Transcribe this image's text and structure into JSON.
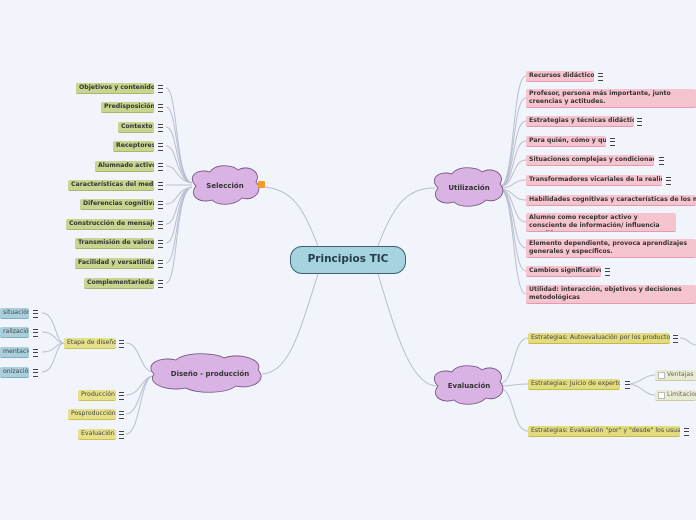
{
  "central": "Principios TIC",
  "branches": {
    "seleccion": {
      "title": "Selección",
      "items": [
        "Objetivos y contenidos",
        "Predisposición",
        "Contexto",
        "Receptores",
        "Alumnado activo",
        "Características del medio",
        "Diferencias cognitivas",
        "Construcción de mensajes",
        "Transmisión de valores",
        "Facilidad y versatilidad",
        "Complementariedad"
      ]
    },
    "utilizacion": {
      "title": "Utilización",
      "items": [
        "Recursos didácticos",
        "Profesor, persona más importante, junto creencias y actitudes.",
        "Estrategias y técnicas didácticas",
        "Para quién, cómo y qué",
        "Situaciones complejas y condicionadas.",
        "Transformadores vicariales de la realidad.",
        "Habilidades cognitivas y características de los medios",
        "Alumno como receptor activo y consciente de información/ influencia cognitiva.",
        "Elemento dependiente, provoca aprendizajes generales y específicos.",
        "Cambios significativos",
        "Utilidad: interacción, objetivos y decisiones metodológicas"
      ]
    },
    "diseno": {
      "title": "Diseño - producción",
      "etapa": "Etapa de diseño",
      "etapa_children": [
        "situación",
        "ralización",
        "mentación",
        "onización"
      ],
      "items": [
        "Producción",
        "Posproducción",
        "Evaluación"
      ]
    },
    "evaluacion": {
      "title": "Evaluación",
      "items": [
        "Estrategias: Autoevaluación por los productores",
        "Estrategias: Juicio de expertos",
        "Estrategias: Evaluación \"por\" y \"desde\" los usuarios"
      ],
      "juicio_children": [
        "Ventajas",
        "Limitacion"
      ]
    }
  },
  "colors": {
    "background": "#f2f4fc",
    "central": "#a5d3e0",
    "cloud": "#d9b3e3",
    "seleccion_items": "#c7d591",
    "utilizacion_items": "#f5c4ce",
    "diseno_items": "#e6e08a",
    "etapa_children": "#a9cfdd",
    "connector": "#b9bfcf"
  },
  "icons": [
    "note-icon",
    "rss-icon",
    "checkbox-icon"
  ]
}
